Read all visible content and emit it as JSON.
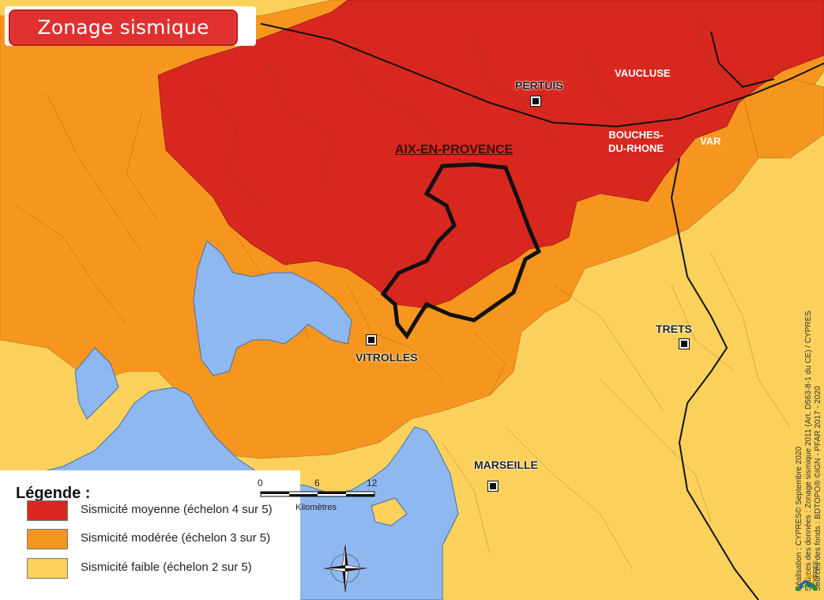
{
  "title": "Zonage sismique",
  "cities": {
    "pertuis": "PERTUIS",
    "vaucluse": "VAUCLUSE",
    "bouches_du_rhone_1": "BOUCHES-",
    "bouches_du_rhone_2": "DU-RHONE",
    "var": "VAR",
    "aix": "AIX-EN-PROVENCE",
    "vitrolles": "VITROLLES",
    "trets": "TRETS",
    "marseille": "MARSEILLE"
  },
  "legend": {
    "title": "Légende :",
    "items": [
      {
        "label": "Sismicité moyenne (échelon 4 sur 5)",
        "color": "#d8271f"
      },
      {
        "label": "Sismicité modérée (échelon 3 sur 5)",
        "color": "#f7961e"
      },
      {
        "label": "Sismicité faible (échelon 2 sur 5)",
        "color": "#fbd15c"
      }
    ]
  },
  "scale": {
    "ticks": [
      "0",
      "6",
      "12"
    ],
    "unit": "Kilomètres"
  },
  "credits": [
    "Réalisation : CYPRES© Septembre 2020",
    "Sources des données : Zonage sismique 2011 (Art. D563-8-1 du CE) / CYPRES",
    "Sources des fonds : BDTOPO® ©IGN - PFAR 2017 - 2020"
  ],
  "logo_text": "CYPRES",
  "colors": {
    "zone_moyenne": "#d8271f",
    "zone_moderee": "#f7961e",
    "zone_faible": "#fbd15c",
    "water": "#8fb8f0",
    "title_bg": "#e03030"
  },
  "icons": {
    "city_marker": "square-marker-icon",
    "north_arrow": "compass-rose-icon",
    "logo": "cypres-logo-icon"
  }
}
